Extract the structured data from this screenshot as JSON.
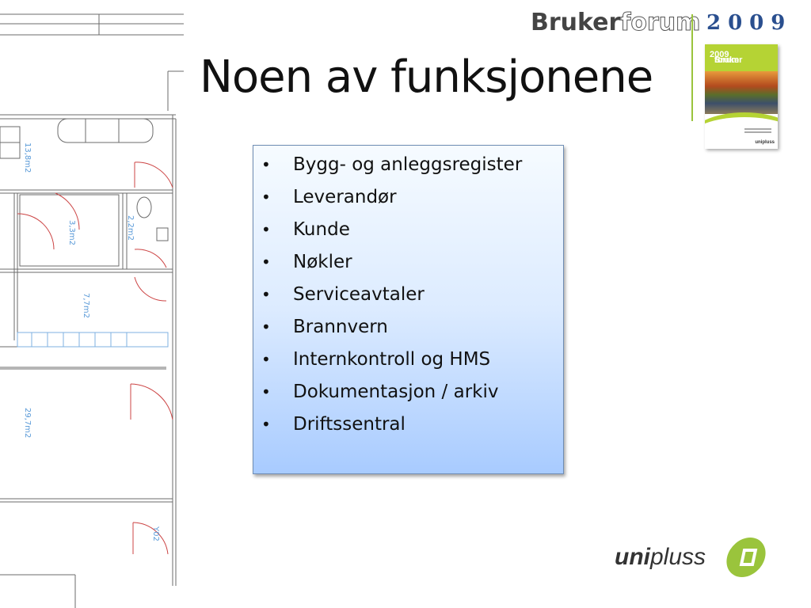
{
  "slide": {
    "title": "Noen av funksjonene"
  },
  "header": {
    "logo_part1": "Bruker",
    "logo_part2": "forum",
    "year": "2009"
  },
  "cover": {
    "title_part1": "Bruker",
    "title_part2": "forum",
    "year": "2009",
    "brand": "unipluss"
  },
  "functions": {
    "items": [
      "Bygg- og anleggsregister",
      "Leverandør",
      "Kunde",
      "Nøkler",
      "Serviceavtaler",
      "Brannvern",
      "Internkontroll og HMS",
      "Dokumentasjon / arkiv",
      "Driftssentral"
    ]
  },
  "floorplan": {
    "room_labels": [
      "13,8m2",
      "3,3m2",
      "2,2m2",
      "7,7m2",
      "29,7m2",
      "Y02"
    ]
  },
  "footer_logo": {
    "part1": "uni",
    "part2": "pluss"
  },
  "colors": {
    "brand_green": "#9ac43c",
    "year_blue": "#2a4f8f",
    "box_border": "#6f8db4"
  }
}
